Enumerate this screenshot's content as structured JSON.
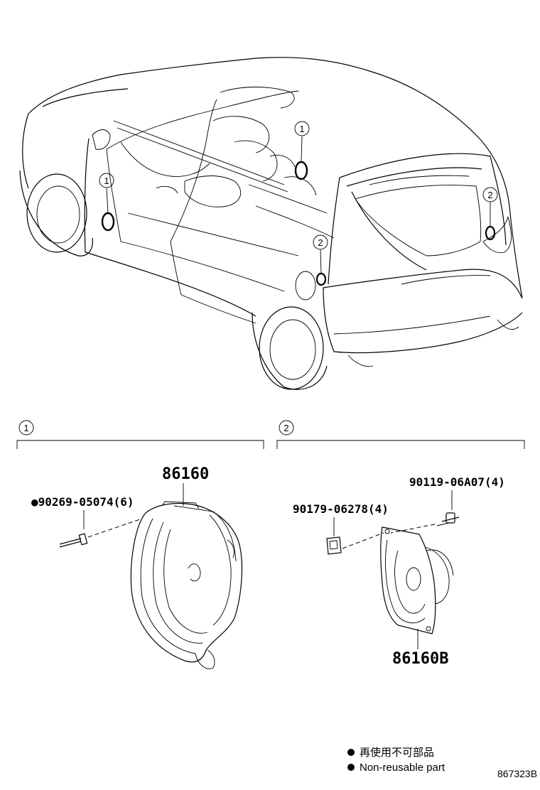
{
  "callouts": {
    "one": "1",
    "two": "2"
  },
  "sections": [
    {
      "number": "1"
    },
    {
      "number": "2"
    }
  ],
  "parts": {
    "speaker_front": "86160",
    "screw_front": "●90269-05074(6)",
    "speaker_rear": "86160B",
    "nut_rear": "90179-06278(4)",
    "bolt_rear": "90119-06A07(4)"
  },
  "legend": {
    "line1": "再使用不可部品",
    "line2": "Non-reusable part"
  },
  "drawing_code": "867323B"
}
